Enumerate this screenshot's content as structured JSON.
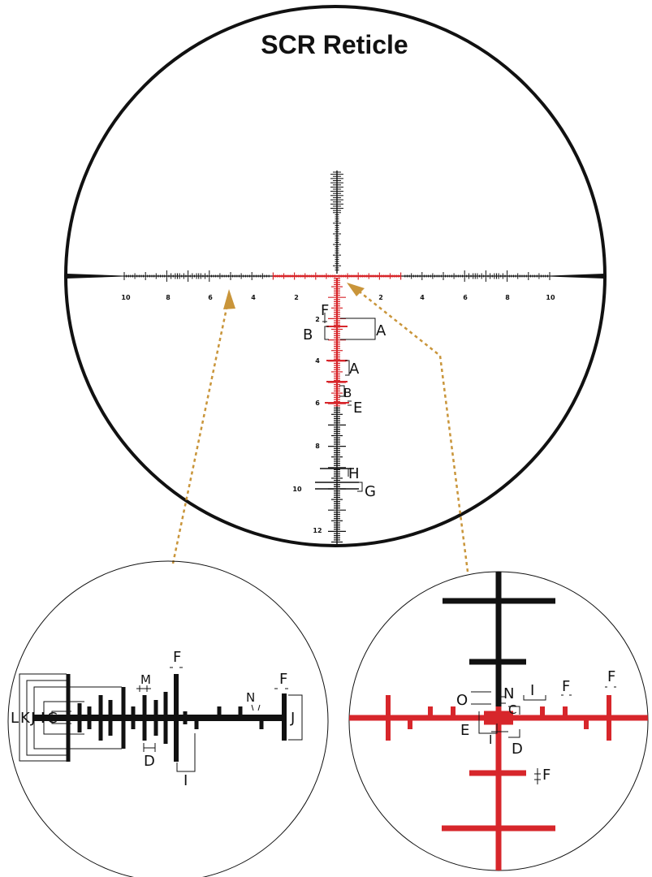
{
  "title": "SCR Reticle",
  "colors": {
    "ink": "#111111",
    "red": "#d7262b",
    "arrow": "#c9953a"
  },
  "horizontal_scale": {
    "left": [
      "10",
      "8",
      "6",
      "4",
      "2"
    ],
    "right": [
      "2",
      "4",
      "6",
      "8",
      "10"
    ]
  },
  "vertical_scale": [
    "2",
    "4",
    "6",
    "8",
    "10",
    "12"
  ],
  "main_labels": {
    "f": "F",
    "a1": "A",
    "b1": "B",
    "a2": "A",
    "b2": "B",
    "e": "E",
    "h": "H",
    "g": "G"
  },
  "left_detail_labels": {
    "l": "L",
    "k": "K",
    "j_left": "J",
    "i_left": "I",
    "c": "C",
    "m": "M",
    "f_top": "F",
    "f_right": "F",
    "n": "N",
    "j_right": "J",
    "d": "D",
    "i_bottom": "I"
  },
  "right_detail_labels": {
    "o": "O",
    "n": "N",
    "i_top": "I",
    "f1": "F",
    "f2": "F",
    "c": "C",
    "e": "E",
    "i_small": "I",
    "d": "D",
    "f_bottom": "F"
  }
}
